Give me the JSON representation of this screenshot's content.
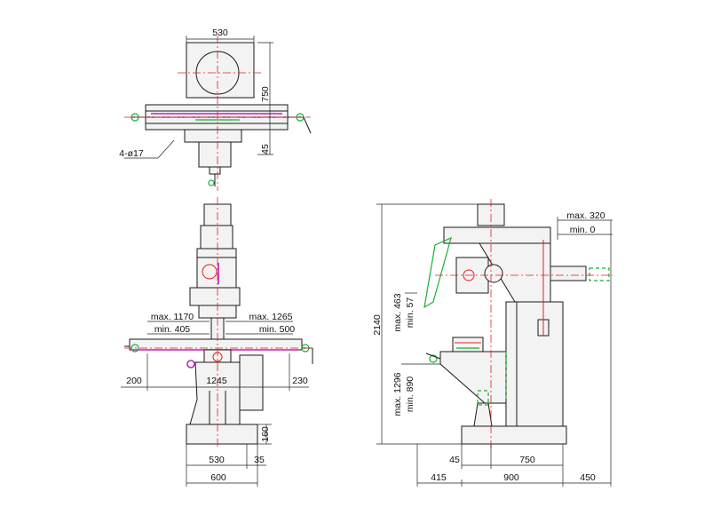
{
  "top_view": {
    "dim_width": "530",
    "dim_height": "750",
    "dim_offset": "45",
    "hole_note": "4-ø17"
  },
  "front_view": {
    "travel_left_max": "max. 1170",
    "travel_left_min": "min. 405",
    "travel_right_max": "max. 1265",
    "travel_right_min": "min. 500",
    "table_length": "1245",
    "overhang_left": "200",
    "overhang_right": "230",
    "base_height": "160",
    "base_width_inner": "530",
    "base_step": "35",
    "base_width": "600"
  },
  "side_view": {
    "overall_height": "2140",
    "ram_max": "max. 320",
    "ram_min": "min. 0",
    "spindle_max": "max. 463",
    "spindle_min": "min. 57",
    "knee_max": "max. 1296",
    "knee_min": "min. 890",
    "dim_45": "45",
    "dim_750": "750",
    "dim_415": "415",
    "dim_900": "900",
    "dim_450": "450"
  }
}
